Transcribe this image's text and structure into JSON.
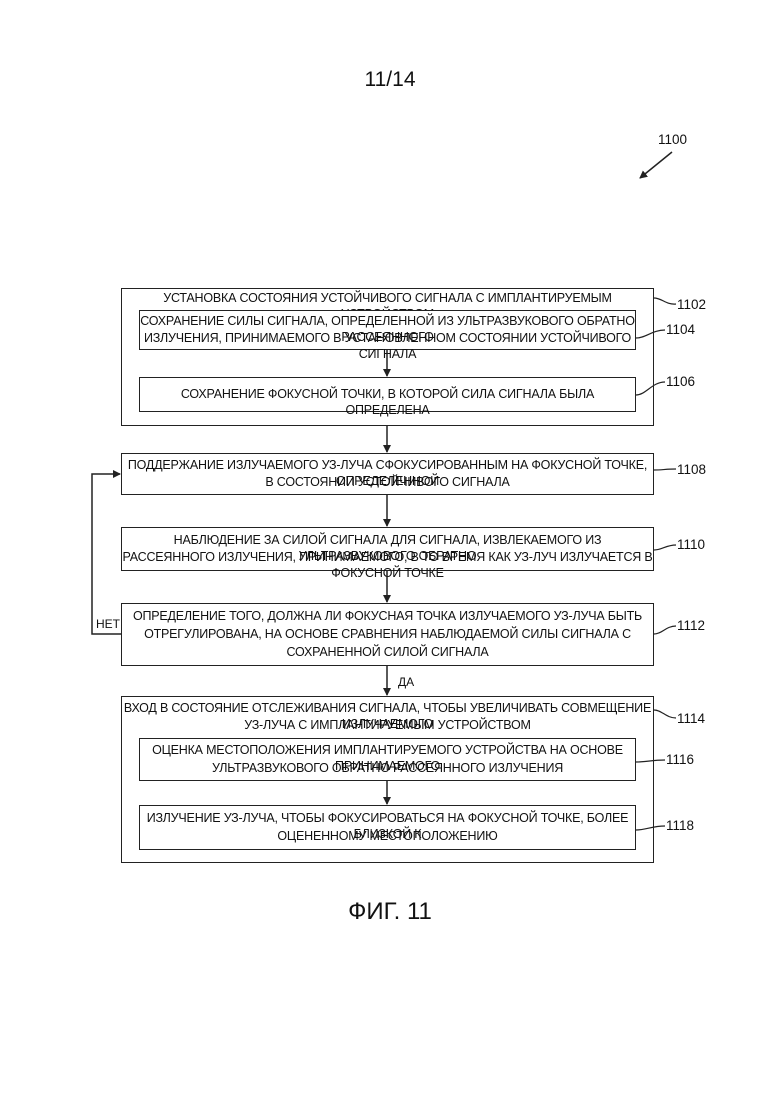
{
  "page_number": "11/14",
  "figure_ref": "1100",
  "figure_label": "ФИГ. 11",
  "steps": {
    "s1102": {
      "ref": "1102",
      "text": "УСТАНОВКА СОСТОЯНИЯ УСТОЙЧИВОГО СИГНАЛА С ИМПЛАНТИРУЕМЫМ УСТРОЙСТВОМ"
    },
    "s1104": {
      "ref": "1104",
      "line1": "СОХРАНЕНИЕ СИЛЫ СИГНАЛА, ОПРЕДЕЛЕННОЙ ИЗ УЛЬТРАЗВУКОВОГО ОБРАТНО РАССЕЯННОГО",
      "line2": "ИЗЛУЧЕНИЯ, ПРИНИМАЕМОГО В УСТАНОВЛЕННОМ СОСТОЯНИИ УСТОЙЧИВОГО СИГНАЛА"
    },
    "s1106": {
      "ref": "1106",
      "text": "СОХРАНЕНИЕ ФОКУСНОЙ ТОЧКИ, В КОТОРОЙ СИЛА СИГНАЛА БЫЛА ОПРЕДЕЛЕНА"
    },
    "s1108": {
      "ref": "1108",
      "line1": "ПОДДЕРЖАНИЕ ИЗЛУЧАЕМОГО УЗ-ЛУЧА СФОКУСИРОВАННЫМ НА ФОКУСНОЙ ТОЧКЕ, ОПРЕДЕЛЕННОЙ",
      "line2": "В СОСТОЯНИИ УСТОЙЧИВОГО СИГНАЛА"
    },
    "s1110": {
      "ref": "1110",
      "line1": "НАБЛЮДЕНИЕ ЗА СИЛОЙ СИГНАЛА ДЛЯ СИГНАЛА, ИЗВЛЕКАЕМОГО ИЗ УЛЬТРАЗВУКОВОГО ОБРАТНО",
      "line2": "РАССЕЯННОГО ИЗЛУЧЕНИЯ, ПРИНИМАЕМОГО, В ТО ВРЕМЯ КАК УЗ-ЛУЧ ИЗЛУЧАЕТСЯ В ФОКУСНОЙ ТОЧКЕ"
    },
    "s1112": {
      "ref": "1112",
      "line1": "ОПРЕДЕЛЕНИЕ ТОГО, ДОЛЖНА ЛИ ФОКУСНАЯ ТОЧКА ИЗЛУЧАЕМОГО УЗ-ЛУЧА БЫТЬ",
      "line2": "ОТРЕГУЛИРОВАНА, НА ОСНОВЕ СРАВНЕНИЯ НАБЛЮДАЕМОЙ СИЛЫ СИГНАЛА С",
      "line3": "СОХРАНЕННОЙ СИЛОЙ СИГНАЛА"
    },
    "s1114": {
      "ref": "1114",
      "line1": "ВХОД В СОСТОЯНИЕ ОТСЛЕЖИВАНИЯ СИГНАЛА, ЧТОБЫ УВЕЛИЧИВАТЬ СОВМЕЩЕНИЕ ИЗЛУЧАЕМОГО",
      "line2": "УЗ-ЛУЧА С ИМПЛАНТИРУЕМЫМ УСТРОЙСТВОМ"
    },
    "s1116": {
      "ref": "1116",
      "line1": "ОЦЕНКА МЕСТОПОЛОЖЕНИЯ ИМПЛАНТИРУЕМОГО УСТРОЙСТВА НА ОСНОВЕ ПРИНИМАЕМОГО",
      "line2": "УЛЬТРАЗВУКОВОГО ОБРАТНО РАССЕЯННОГО ИЗЛУЧЕНИЯ"
    },
    "s1118": {
      "ref": "1118",
      "line1": "ИЗЛУЧЕНИЕ УЗ-ЛУЧА, ЧТОБЫ ФОКУСИРОВАТЬСЯ НА ФОКУСНОЙ ТОЧКЕ, БОЛЕЕ БЛИЗКОЙ К",
      "line2": "ОЦЕНЕННОМУ МЕСТОПОЛОЖЕНИЮ"
    }
  },
  "branch_no": "НЕТ",
  "branch_yes": "ДА"
}
